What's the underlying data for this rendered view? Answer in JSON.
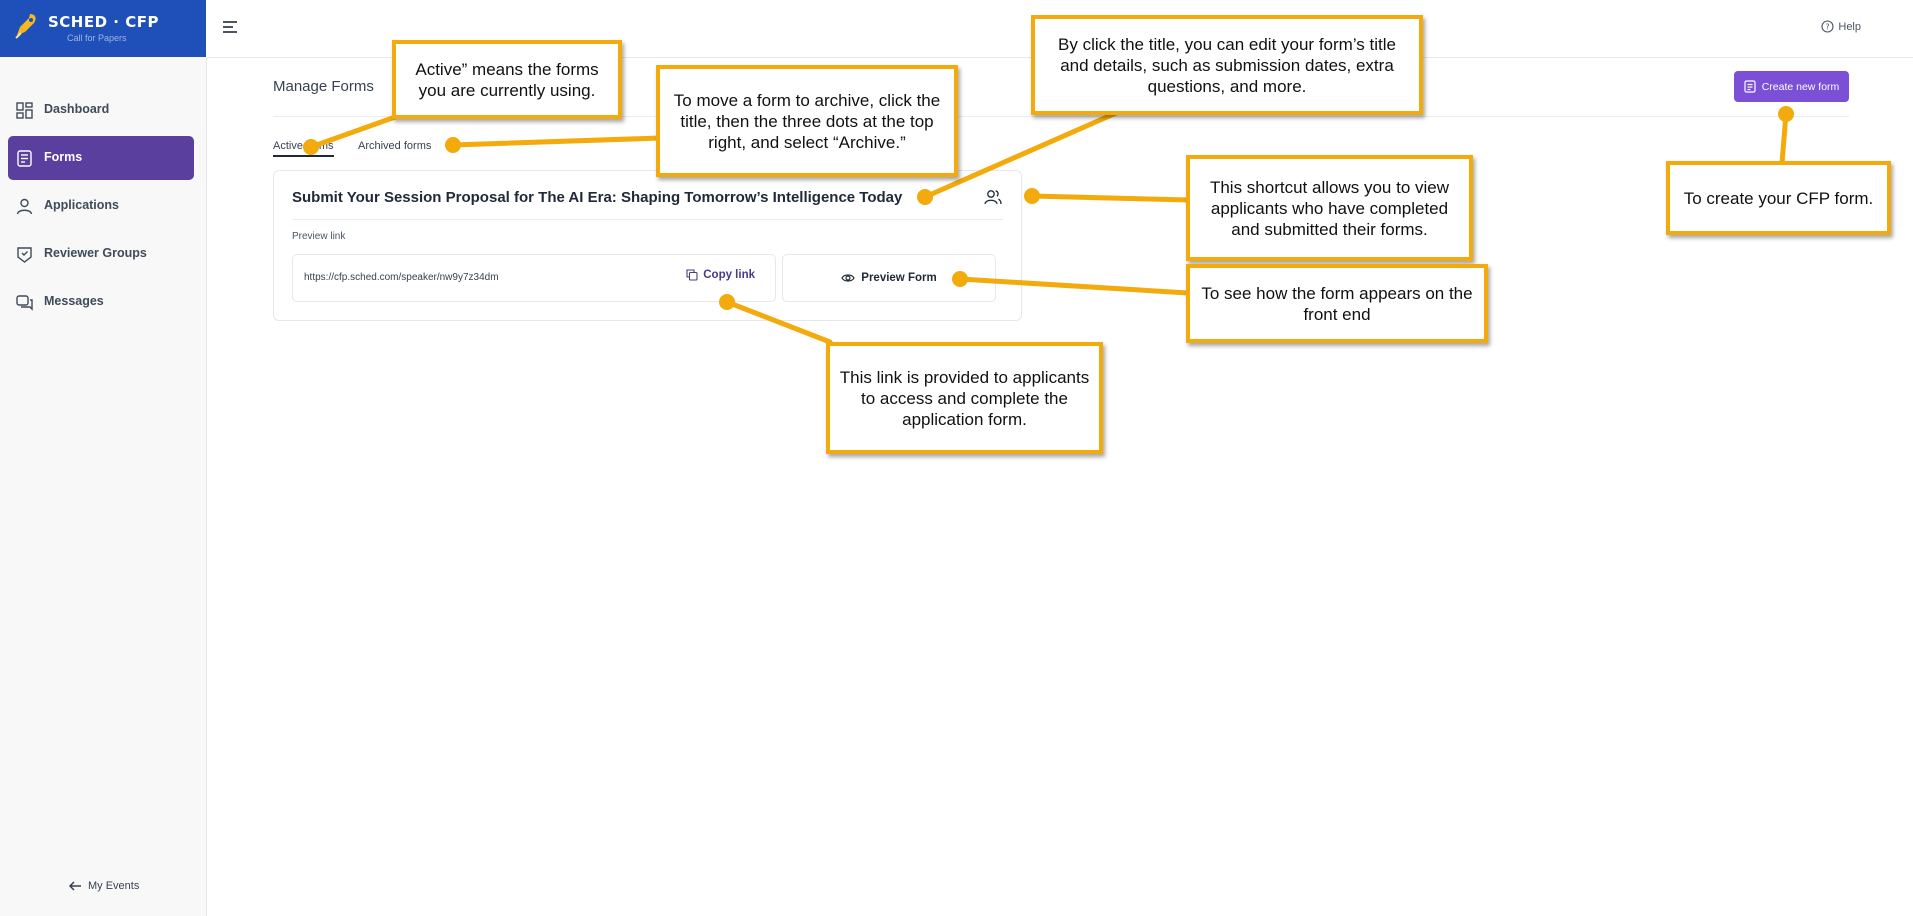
{
  "brand": {
    "name": "SCHED · CFP",
    "subtitle": "Call for Papers"
  },
  "sidebar": {
    "items": [
      {
        "label": "Dashboard",
        "icon": "dashboard-icon"
      },
      {
        "label": "Forms",
        "icon": "form-icon",
        "active": true
      },
      {
        "label": "Applications",
        "icon": "user-icon"
      },
      {
        "label": "Reviewer Groups",
        "icon": "reviewer-badge-icon"
      },
      {
        "label": "Messages",
        "icon": "chat-icon"
      }
    ],
    "back_label": "My Events"
  },
  "topbar": {
    "help_label": "Help"
  },
  "main": {
    "title": "Manage Forms",
    "create_label": "Create new form",
    "tabs": [
      {
        "label": "Active forms",
        "active": true
      },
      {
        "label": "Archived forms"
      }
    ],
    "card": {
      "title": "Submit Your Session Proposal for The AI Era: Shaping Tomorrow’s Intelligence Today",
      "preview_label": "Preview link",
      "url": "https://cfp.sched.com/speaker/nw9y7z34dm",
      "copy_label": "Copy link",
      "preview_form_label": "Preview Form"
    }
  },
  "callouts": {
    "active": "Active” means the forms you are currently using.",
    "archive": "To move a form to archive, click the title, then the three dots at the top right, and select “Archive.”",
    "edit_title": "By click the title, you can edit your form’s title and details, such as submission dates, extra questions, and more.",
    "shortcut": "This shortcut allows you to view applicants who have completed and submitted their forms.",
    "preview": "To see how the form appears on the front end",
    "link": "This link is provided to applicants to access and complete the application form.",
    "create": "To create your CFP form."
  },
  "colors": {
    "brand_blue": "#1f4fb8",
    "active_nav": "#5a3f9e",
    "create_button": "#7b4fd6",
    "callout_border": "#f2aa0c"
  }
}
